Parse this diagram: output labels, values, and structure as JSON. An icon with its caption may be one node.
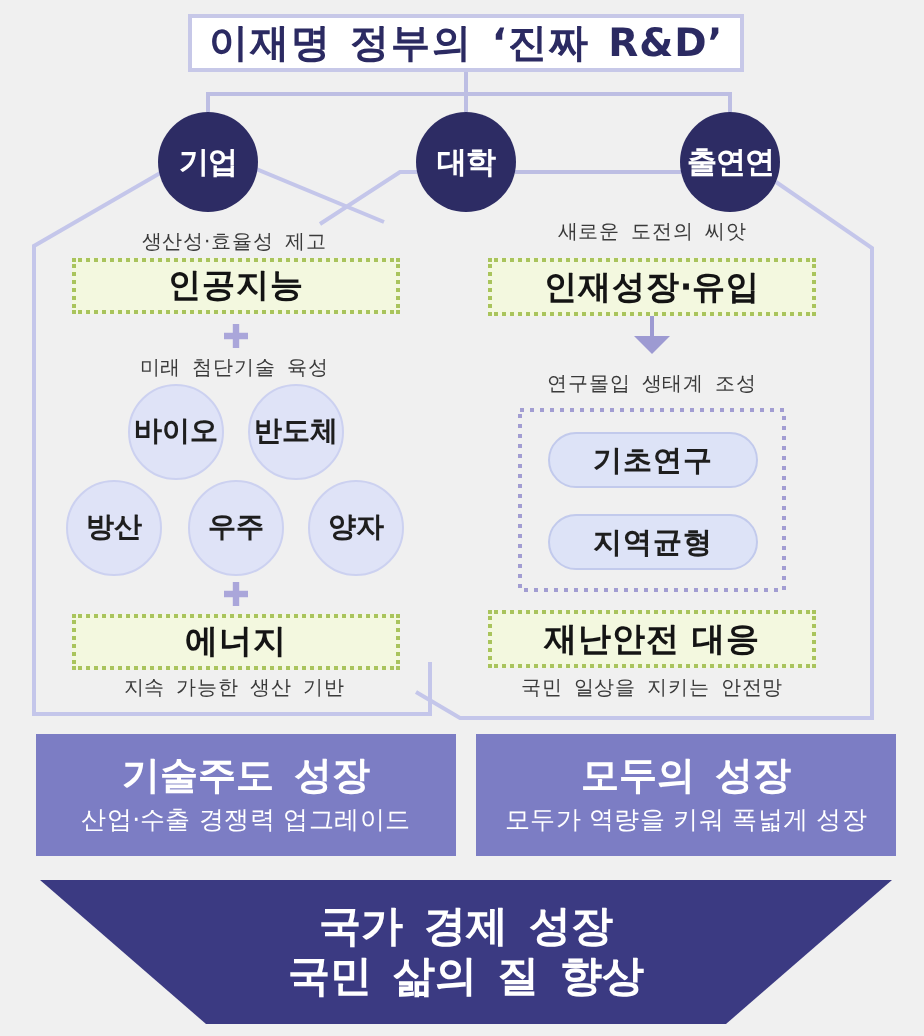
{
  "diagram": {
    "nodes": [
      {
        "text": [
          "이재명 정부의 ‘진짜 R&D’"
        ]
      },
      {
        "text": [
          "기업"
        ]
      },
      {
        "text": [
          "대학"
        ]
      },
      {
        "text": [
          "출연연"
        ]
      },
      {
        "text": [
          "인공지능"
        ],
        "beside": [
          "생산성·효율성 제고"
        ]
      },
      {
        "text": [
          "바이오"
        ]
      },
      {
        "text": [
          "반도체"
        ]
      },
      {
        "text": [
          "방산"
        ]
      },
      {
        "text": [
          "우주"
        ]
      },
      {
        "text": [
          "양자"
        ]
      },
      {
        "text": [
          "에너지"
        ],
        "beside": [
          "지속 가능한 생산 기반"
        ]
      },
      {
        "text": [
          "인재성장·유입"
        ],
        "beside": [
          "새로운 도전의 씨앗"
        ]
      },
      {
        "text": [
          "연구몰입 생태계 조성"
        ]
      },
      {
        "text": [
          "기초연구"
        ],
        "in": 12
      },
      {
        "text": [
          "지역균형"
        ],
        "in": 12
      },
      {
        "text": [
          "재난안전 대응"
        ],
        "beside": [
          "국민 일상을 지키는 안전망"
        ]
      },
      {
        "text": [
          "기술주도 성장",
          "산업·수출 경쟁력 업그레이드"
        ]
      },
      {
        "text": [
          "모두의 성장",
          "모두가 역량을 키워 폭넓게 성장"
        ]
      },
      {
        "text": [
          "국가 경제 성장",
          "국민 삶의 질 향상"
        ]
      }
    ],
    "edges": [
      {
        "from": 0,
        "to": 1,
        "arrow": "none"
      },
      {
        "from": 0,
        "to": 2,
        "arrow": "none"
      },
      {
        "from": 0,
        "to": 3,
        "arrow": "none"
      },
      {
        "from": 2,
        "to": 3,
        "arrow": "none"
      },
      {
        "from": 11,
        "to": 12,
        "arrow": "to"
      }
    ],
    "labels": [
      "미래 첨단기술 육성"
    ]
  }
}
